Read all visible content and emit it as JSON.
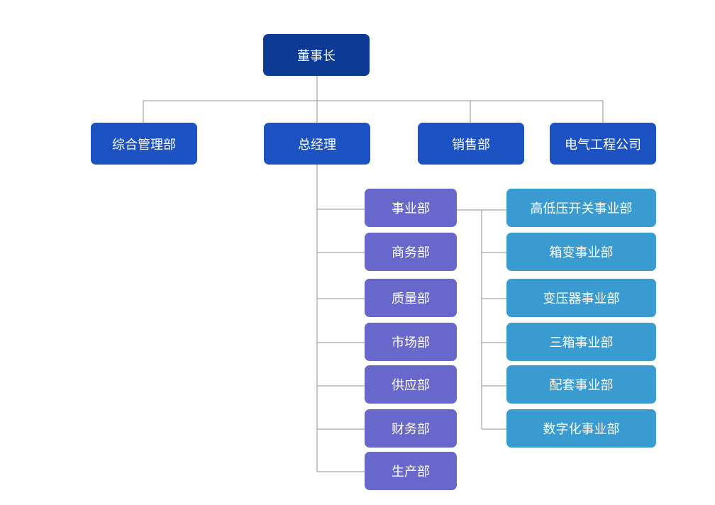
{
  "chairman": "董事长",
  "level1": {
    "zonghe": "综合管理部",
    "zongjingli": "总经理",
    "xiaoshou": "销售部",
    "dianqi": "电气工程公司"
  },
  "departments": [
    "事业部",
    "商务部",
    "质量部",
    "市场部",
    "供应部",
    "财务部",
    "生产部"
  ],
  "business_units": [
    "高低压开关事业部",
    "箱变事业部",
    "变压器事业部",
    "三箱事业部",
    "配套事业部",
    "数字化事业部"
  ],
  "colors": {
    "chairman": "#0d3a95",
    "level1": "#1c52c2",
    "departments": "#6868cc",
    "business_units": "#3a9bd1",
    "connector": "#8f8f8f"
  }
}
